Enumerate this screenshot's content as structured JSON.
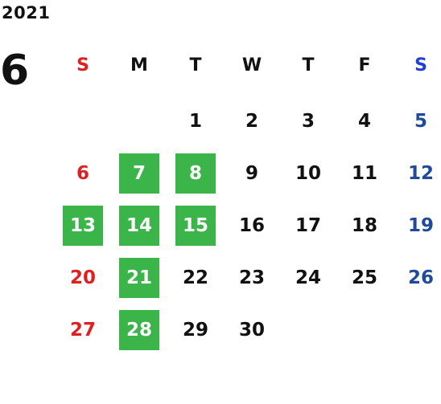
{
  "calendar": {
    "year": "2021",
    "month": "6",
    "weekdays": [
      {
        "label": "S",
        "color": "#e02020"
      },
      {
        "label": "M",
        "color": "#111111"
      },
      {
        "label": "T",
        "color": "#111111"
      },
      {
        "label": "W",
        "color": "#111111"
      },
      {
        "label": "T",
        "color": "#111111"
      },
      {
        "label": "F",
        "color": "#111111"
      },
      {
        "label": "S",
        "color": "#1f3fd6"
      }
    ],
    "weeks": [
      [
        null,
        null,
        "1",
        "2",
        "3",
        "4",
        "5"
      ],
      [
        "6",
        "7",
        "8",
        "9",
        "10",
        "11",
        "12"
      ],
      [
        "13",
        "14",
        "15",
        "16",
        "17",
        "18",
        "19"
      ],
      [
        "20",
        "21",
        "22",
        "23",
        "24",
        "25",
        "26"
      ],
      [
        "27",
        "28",
        "29",
        "30",
        null,
        null,
        null
      ]
    ],
    "highlighted_days": [
      "7",
      "8",
      "13",
      "14",
      "15",
      "21",
      "28"
    ],
    "colors": {
      "sunday": "#e02020",
      "saturday": "#1f4a9c",
      "weekday": "#111111",
      "highlight_bg": "#3bb54a",
      "highlight_text": "#ffffff"
    }
  }
}
